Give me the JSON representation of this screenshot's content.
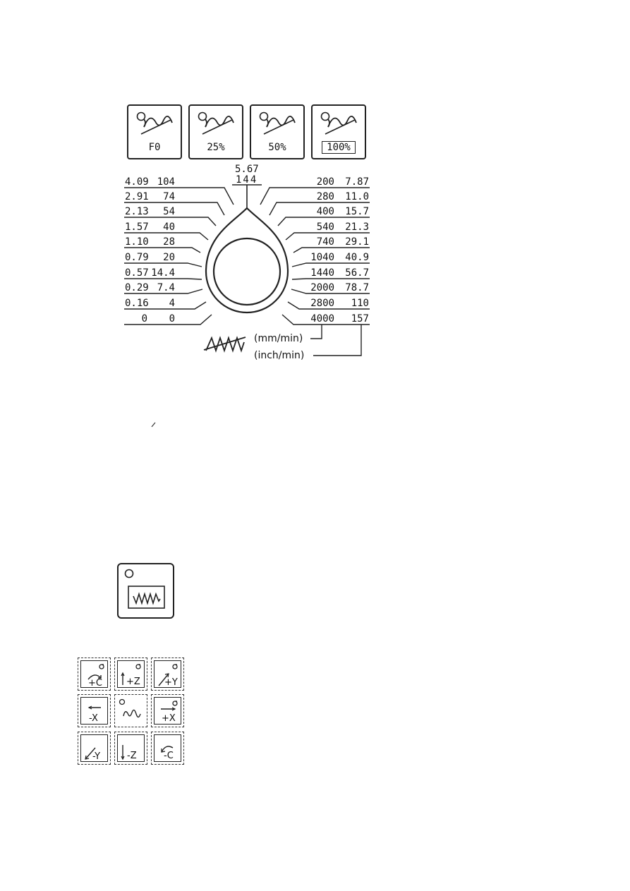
{
  "rapid_override_buttons": [
    {
      "label": "F0",
      "boxed": false
    },
    {
      "label": "25%",
      "boxed": false
    },
    {
      "label": "50%",
      "boxed": false
    },
    {
      "label": "100%",
      "boxed": true
    }
  ],
  "feedrate_dial": {
    "top": {
      "inch": "5.67",
      "mm": "144"
    },
    "left_scale": [
      {
        "inch": "4.09",
        "mm": "104"
      },
      {
        "inch": "2.91",
        "mm": "74"
      },
      {
        "inch": "2.13",
        "mm": "54"
      },
      {
        "inch": "1.57",
        "mm": "40"
      },
      {
        "inch": "1.10",
        "mm": "28"
      },
      {
        "inch": "0.79",
        "mm": "20"
      },
      {
        "inch": "0.57",
        "mm": "14.4"
      },
      {
        "inch": "0.29",
        "mm": "7.4"
      },
      {
        "inch": "0.16",
        "mm": "4"
      },
      {
        "inch": "0",
        "mm": "0"
      }
    ],
    "right_scale": [
      {
        "mm": "200",
        "inch": "7.87"
      },
      {
        "mm": "280",
        "inch": "11.0"
      },
      {
        "mm": "400",
        "inch": "15.7"
      },
      {
        "mm": "540",
        "inch": "21.3"
      },
      {
        "mm": "740",
        "inch": "29.1"
      },
      {
        "mm": "1040",
        "inch": "40.9"
      },
      {
        "mm": "1440",
        "inch": "56.7"
      },
      {
        "mm": "2000",
        "inch": "78.7"
      },
      {
        "mm": "2800",
        "inch": "110"
      },
      {
        "mm": "4000",
        "inch": "157"
      }
    ],
    "unit_mm": "(mm/min)",
    "unit_inch": "(inch/min)",
    "feed_symbol": "zigzag-feed-icon"
  },
  "jog_feed_button": {
    "icon": "zigzag-feed-icon"
  },
  "jog_keypad": [
    {
      "label": "+C",
      "icon": "arc-arrow-icon"
    },
    {
      "label": "+Z",
      "icon": "up-arrow-icon"
    },
    {
      "label": "+Y",
      "icon": "diagonal-arrow-icon"
    },
    {
      "label": "-X",
      "icon": "left-arrow-icon"
    },
    {
      "label": "",
      "icon": "rapid-wave-icon"
    },
    {
      "label": "+X",
      "icon": "right-arrow-icon"
    },
    {
      "label": "-Y",
      "icon": "diagonal-arrow-icon"
    },
    {
      "label": "-Z",
      "icon": "down-arrow-icon"
    },
    {
      "label": "-C",
      "icon": "arc-arrow-icon"
    }
  ]
}
